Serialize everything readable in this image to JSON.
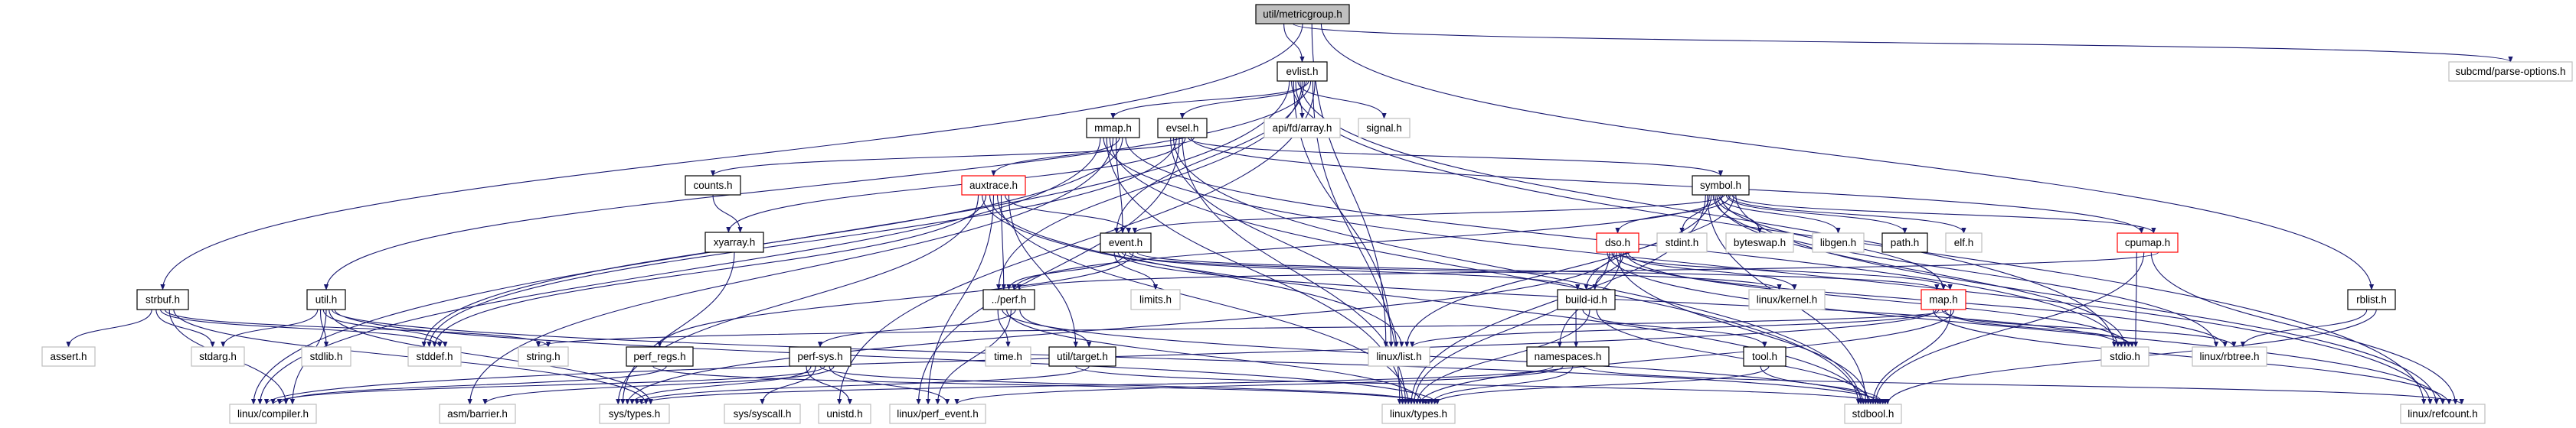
{
  "graph": {
    "colors": {
      "edge": "#191970",
      "documented_border": "#000000",
      "external_border": "#bfbfbf",
      "truncated_border": "#ff0000",
      "root_fill": "#bfbfbf"
    },
    "nodes": [
      {
        "id": "metricgroup",
        "label": "util/metricgroup.h",
        "kind": "root"
      },
      {
        "id": "evlist",
        "label": "evlist.h",
        "kind": "documented"
      },
      {
        "id": "subcmd",
        "label": "subcmd/parse-options.h",
        "kind": "external"
      },
      {
        "id": "mmap",
        "label": "mmap.h",
        "kind": "documented"
      },
      {
        "id": "evsel",
        "label": "evsel.h",
        "kind": "documented"
      },
      {
        "id": "fdarray",
        "label": "api/fd/array.h",
        "kind": "external"
      },
      {
        "id": "signal",
        "label": "signal.h",
        "kind": "external"
      },
      {
        "id": "counts",
        "label": "counts.h",
        "kind": "documented"
      },
      {
        "id": "auxtrace",
        "label": "auxtrace.h",
        "kind": "truncated"
      },
      {
        "id": "symbol",
        "label": "symbol.h",
        "kind": "documented"
      },
      {
        "id": "xyarray",
        "label": "xyarray.h",
        "kind": "documented"
      },
      {
        "id": "event",
        "label": "event.h",
        "kind": "documented"
      },
      {
        "id": "dso",
        "label": "dso.h",
        "kind": "truncated"
      },
      {
        "id": "stdint",
        "label": "stdint.h",
        "kind": "external"
      },
      {
        "id": "byteswap",
        "label": "byteswap.h",
        "kind": "external"
      },
      {
        "id": "libgen",
        "label": "libgen.h",
        "kind": "external"
      },
      {
        "id": "path",
        "label": "path.h",
        "kind": "documented"
      },
      {
        "id": "elf",
        "label": "elf.h",
        "kind": "external"
      },
      {
        "id": "cpumap",
        "label": "cpumap.h",
        "kind": "truncated"
      },
      {
        "id": "strbuf",
        "label": "strbuf.h",
        "kind": "documented"
      },
      {
        "id": "util",
        "label": "util.h",
        "kind": "documented"
      },
      {
        "id": "perf",
        "label": "../perf.h",
        "kind": "documented"
      },
      {
        "id": "limits",
        "label": "limits.h",
        "kind": "external"
      },
      {
        "id": "buildid",
        "label": "build-id.h",
        "kind": "documented"
      },
      {
        "id": "kernel",
        "label": "linux/kernel.h",
        "kind": "external"
      },
      {
        "id": "map",
        "label": "map.h",
        "kind": "truncated"
      },
      {
        "id": "rblist",
        "label": "rblist.h",
        "kind": "documented"
      },
      {
        "id": "assert",
        "label": "assert.h",
        "kind": "external"
      },
      {
        "id": "stdarg",
        "label": "stdarg.h",
        "kind": "external"
      },
      {
        "id": "stdlib",
        "label": "stdlib.h",
        "kind": "external"
      },
      {
        "id": "stddef",
        "label": "stddef.h",
        "kind": "external"
      },
      {
        "id": "string",
        "label": "string.h",
        "kind": "external"
      },
      {
        "id": "perfregs",
        "label": "perf_regs.h",
        "kind": "documented"
      },
      {
        "id": "perfsys",
        "label": "perf-sys.h",
        "kind": "documented"
      },
      {
        "id": "time",
        "label": "time.h",
        "kind": "external"
      },
      {
        "id": "target",
        "label": "util/target.h",
        "kind": "documented"
      },
      {
        "id": "list",
        "label": "linux/list.h",
        "kind": "external"
      },
      {
        "id": "namespaces",
        "label": "namespaces.h",
        "kind": "documented"
      },
      {
        "id": "tool",
        "label": "tool.h",
        "kind": "documented"
      },
      {
        "id": "stdio",
        "label": "stdio.h",
        "kind": "external"
      },
      {
        "id": "rbtree",
        "label": "linux/rbtree.h",
        "kind": "external"
      },
      {
        "id": "compiler",
        "label": "linux/compiler.h",
        "kind": "external"
      },
      {
        "id": "barrier",
        "label": "asm/barrier.h",
        "kind": "external"
      },
      {
        "id": "systypes",
        "label": "sys/types.h",
        "kind": "external"
      },
      {
        "id": "syscall",
        "label": "sys/syscall.h",
        "kind": "external"
      },
      {
        "id": "unistd",
        "label": "unistd.h",
        "kind": "external"
      },
      {
        "id": "perfevent",
        "label": "linux/perf_event.h",
        "kind": "external"
      },
      {
        "id": "types",
        "label": "linux/types.h",
        "kind": "external"
      },
      {
        "id": "stdbool",
        "label": "stdbool.h",
        "kind": "external"
      },
      {
        "id": "refcount",
        "label": "linux/refcount.h",
        "kind": "external"
      }
    ],
    "edges": [
      [
        "metricgroup",
        "evlist"
      ],
      [
        "metricgroup",
        "subcmd"
      ],
      [
        "metricgroup",
        "strbuf"
      ],
      [
        "metricgroup",
        "list"
      ],
      [
        "metricgroup",
        "rblist"
      ],
      [
        "evlist",
        "compiler"
      ],
      [
        "evlist",
        "refcount"
      ],
      [
        "evlist",
        "list"
      ],
      [
        "evlist",
        "fdarray"
      ],
      [
        "evlist",
        "signal"
      ],
      [
        "evlist",
        "stdio"
      ],
      [
        "evlist",
        "perf"
      ],
      [
        "evlist",
        "event"
      ],
      [
        "evlist",
        "evsel"
      ],
      [
        "evlist",
        "mmap"
      ],
      [
        "evlist",
        "util"
      ],
      [
        "evlist",
        "types"
      ],
      [
        "evlist",
        "unistd"
      ],
      [
        "mmap",
        "compiler"
      ],
      [
        "mmap",
        "refcount"
      ],
      [
        "mmap",
        "types"
      ],
      [
        "mmap",
        "stdbool"
      ],
      [
        "mmap",
        "barrier"
      ],
      [
        "mmap",
        "event"
      ],
      [
        "mmap",
        "auxtrace"
      ],
      [
        "mmap",
        "stddef"
      ],
      [
        "mmap",
        "stdio"
      ],
      [
        "evsel",
        "list"
      ],
      [
        "evsel",
        "stdbool"
      ],
      [
        "evsel",
        "stddef"
      ],
      [
        "evsel",
        "perfevent"
      ],
      [
        "evsel",
        "types"
      ],
      [
        "evsel",
        "xyarray"
      ],
      [
        "evsel",
        "symbol"
      ],
      [
        "evsel",
        "cpumap"
      ],
      [
        "evsel",
        "counts"
      ],
      [
        "auxtrace",
        "systypes"
      ],
      [
        "auxtrace",
        "stdbool"
      ],
      [
        "auxtrace",
        "stddef"
      ],
      [
        "auxtrace",
        "list"
      ],
      [
        "auxtrace",
        "perfevent"
      ],
      [
        "auxtrace",
        "types"
      ],
      [
        "auxtrace",
        "perf"
      ],
      [
        "auxtrace",
        "event"
      ],
      [
        "auxtrace",
        "target"
      ],
      [
        "counts",
        "xyarray"
      ],
      [
        "xyarray",
        "systypes"
      ],
      [
        "event",
        "limits"
      ],
      [
        "event",
        "stdio"
      ],
      [
        "event",
        "kernel"
      ],
      [
        "event",
        "perf"
      ],
      [
        "event",
        "buildid"
      ],
      [
        "event",
        "perfregs"
      ],
      [
        "event",
        "map"
      ],
      [
        "symbol",
        "types"
      ],
      [
        "symbol",
        "stdbool"
      ],
      [
        "symbol",
        "stdint"
      ],
      [
        "symbol",
        "list"
      ],
      [
        "symbol",
        "rbtree"
      ],
      [
        "symbol",
        "stdio"
      ],
      [
        "symbol",
        "byteswap"
      ],
      [
        "symbol",
        "libgen"
      ],
      [
        "symbol",
        "map"
      ],
      [
        "symbol",
        "perf"
      ],
      [
        "symbol",
        "event"
      ],
      [
        "symbol",
        "path"
      ],
      [
        "symbol",
        "elf"
      ],
      [
        "symbol",
        "dso"
      ],
      [
        "symbol",
        "cpumap"
      ],
      [
        "symbol",
        "buildid"
      ],
      [
        "symbol",
        "refcount"
      ],
      [
        "dso",
        "refcount"
      ],
      [
        "dso",
        "types"
      ],
      [
        "dso",
        "rbtree"
      ],
      [
        "dso",
        "systypes"
      ],
      [
        "dso",
        "stdbool"
      ],
      [
        "dso",
        "map"
      ],
      [
        "dso",
        "namespaces"
      ],
      [
        "dso",
        "buildid"
      ],
      [
        "dso",
        "stdio"
      ],
      [
        "dso",
        "kernel"
      ],
      [
        "buildid",
        "namespaces"
      ],
      [
        "buildid",
        "tool"
      ],
      [
        "buildid",
        "types"
      ],
      [
        "buildid",
        "stdbool"
      ],
      [
        "map",
        "refcount"
      ],
      [
        "map",
        "compiler"
      ],
      [
        "map",
        "list"
      ],
      [
        "map",
        "rbtree"
      ],
      [
        "map",
        "stdio"
      ],
      [
        "map",
        "string"
      ],
      [
        "map",
        "stdbool"
      ],
      [
        "map",
        "types"
      ],
      [
        "cpumap",
        "stdio"
      ],
      [
        "cpumap",
        "stdbool"
      ],
      [
        "cpumap",
        "refcount"
      ],
      [
        "cpumap",
        "perf"
      ],
      [
        "perf",
        "time"
      ],
      [
        "perf",
        "stdbool"
      ],
      [
        "perf",
        "types"
      ],
      [
        "perf",
        "perfevent"
      ],
      [
        "perf",
        "perfsys"
      ],
      [
        "perf",
        "target"
      ],
      [
        "perfsys",
        "unistd"
      ],
      [
        "perfsys",
        "systypes"
      ],
      [
        "perfsys",
        "syscall"
      ],
      [
        "perfsys",
        "types"
      ],
      [
        "perfsys",
        "compiler"
      ],
      [
        "perfsys",
        "perfevent"
      ],
      [
        "perfsys",
        "barrier"
      ],
      [
        "target",
        "stdbool"
      ],
      [
        "target",
        "systypes"
      ],
      [
        "perfregs",
        "types"
      ],
      [
        "perfregs",
        "compiler"
      ],
      [
        "namespaces",
        "systypes"
      ],
      [
        "namespaces",
        "perfevent"
      ],
      [
        "namespaces",
        "types"
      ],
      [
        "namespaces",
        "refcount"
      ],
      [
        "tool",
        "stdbool"
      ],
      [
        "tool",
        "types"
      ],
      [
        "strbuf",
        "assert"
      ],
      [
        "strbuf",
        "stdarg"
      ],
      [
        "strbuf",
        "stddef"
      ],
      [
        "strbuf",
        "string"
      ],
      [
        "strbuf",
        "compiler"
      ],
      [
        "strbuf",
        "systypes"
      ],
      [
        "util",
        "stdarg"
      ],
      [
        "util",
        "stdlib"
      ],
      [
        "util",
        "stddef"
      ],
      [
        "util",
        "compiler"
      ],
      [
        "util",
        "systypes"
      ],
      [
        "util",
        "stdbool"
      ],
      [
        "util",
        "types"
      ],
      [
        "rblist",
        "rbtree"
      ],
      [
        "rblist",
        "stdbool"
      ]
    ]
  }
}
